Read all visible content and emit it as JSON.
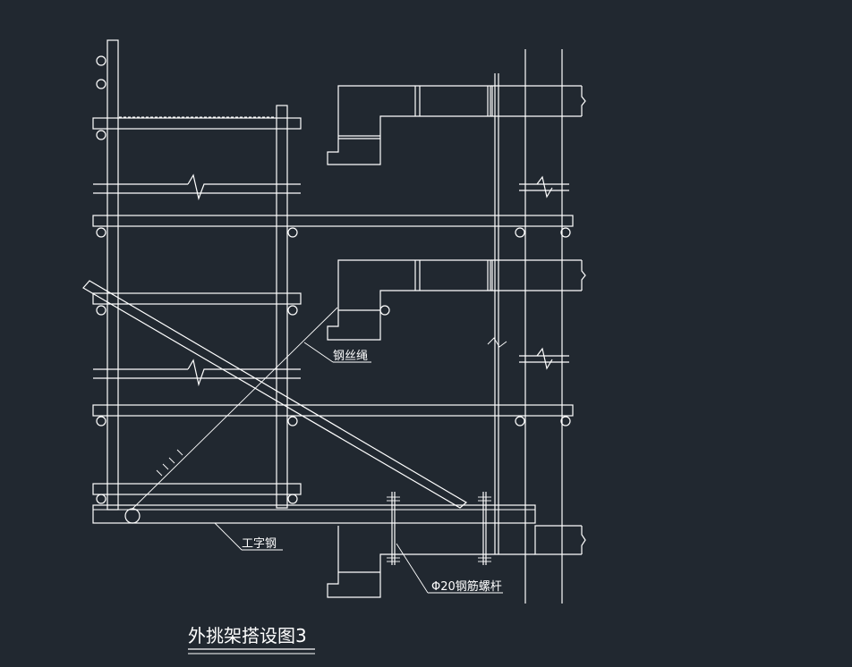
{
  "diagram": {
    "title": "外挑架搭设图3",
    "labels": {
      "wire_rope": "钢丝绳",
      "i_beam": "工字钢",
      "rebar_bolt": "Φ20钢筋螺杆"
    },
    "colors": {
      "background": "#212830",
      "lines": "#ffffff"
    }
  }
}
